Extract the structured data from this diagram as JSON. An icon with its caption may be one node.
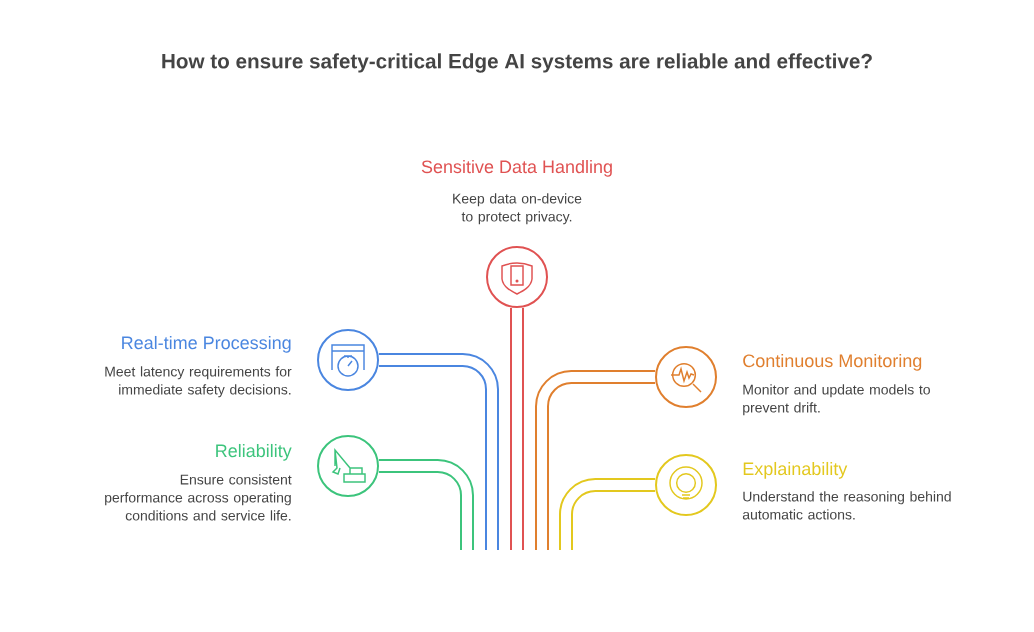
{
  "diagram": {
    "title": "How to ensure safety-critical Edge AI systems are reliable and effective?",
    "nodes": [
      {
        "text": [],
        "shape": "circle",
        "beside": [
          "Sensitive Data Handling",
          "Keep data on-device to protect privacy."
        ]
      },
      {
        "text": [],
        "shape": "circle",
        "beside": [
          "Real-time Processing",
          "Meet latency requirements for immediate safety decisions."
        ]
      },
      {
        "text": [],
        "shape": "circle",
        "beside": [
          "Continuous Monitoring",
          "Monitor and update models to prevent drift."
        ]
      },
      {
        "text": [],
        "shape": "circle",
        "beside": [
          "Reliability",
          "Ensure consistent performance across operating conditions and service life."
        ]
      },
      {
        "text": [],
        "shape": "circle",
        "beside": [
          "Explainability",
          "Understand the reasoning behind automatic actions."
        ]
      }
    ],
    "edges": [
      {
        "from": 0,
        "to": null,
        "arrow": "none",
        "color": "#e05252"
      },
      {
        "from": 1,
        "to": null,
        "arrow": "none",
        "color": "#4a86e0"
      },
      {
        "from": 2,
        "to": null,
        "arrow": "none",
        "color": "#e07f2e"
      },
      {
        "from": 3,
        "to": null,
        "arrow": "none",
        "color": "#3cc47c"
      },
      {
        "from": 4,
        "to": null,
        "arrow": "none",
        "color": "#e3c81e"
      }
    ]
  }
}
